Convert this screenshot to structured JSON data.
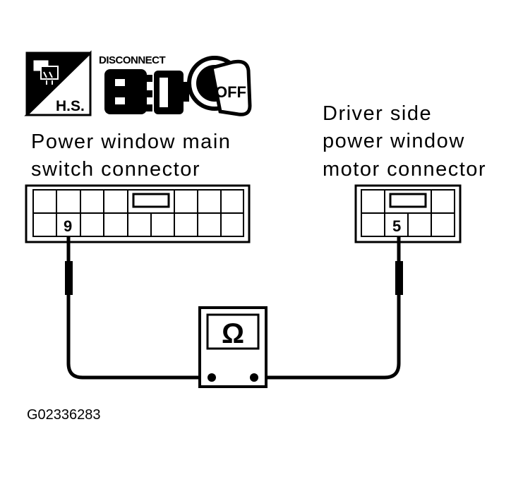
{
  "icons": {
    "hs_label": "H.S.",
    "disconnect_label": "DISCONNECT",
    "off_label": "OFF"
  },
  "left_connector": {
    "label_line1": "Power window main",
    "label_line2": "switch connector",
    "pin": "9"
  },
  "right_connector": {
    "label_line1": "Driver side",
    "label_line2": "power window",
    "label_line3": "motor connector",
    "pin": "5"
  },
  "meter": {
    "symbol": "Ω"
  },
  "figure_code": "G02336283"
}
